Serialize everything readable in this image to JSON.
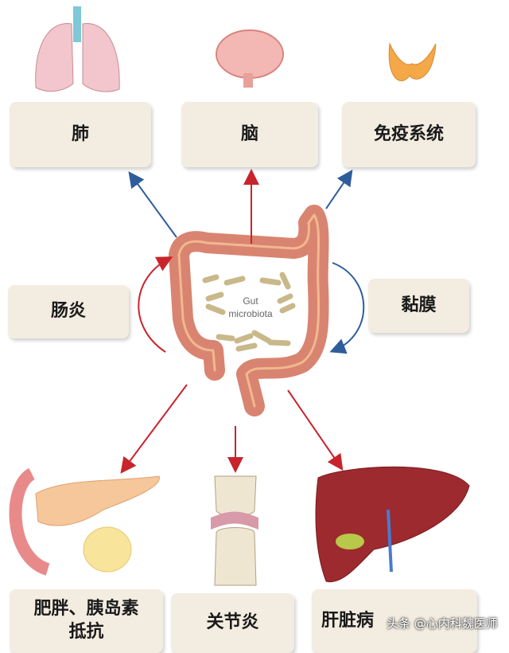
{
  "boxes": {
    "lung": "肺",
    "brain": "脑",
    "immune": "免疫系统",
    "enteritis": "肠炎",
    "mucosa": "黏膜",
    "obesity": "肥胖、胰岛素抵抗",
    "arthritis": "关节炎",
    "liver": "肝脏病"
  },
  "center_label": {
    "line1": "Gut",
    "line2": "microbiota"
  },
  "watermark": "头条 @心内科魏医师",
  "colors": {
    "red_arrow": "#c8242c",
    "blue_arrow": "#2f5d9a",
    "box": "#f3ece1",
    "gut": "#d98470"
  }
}
